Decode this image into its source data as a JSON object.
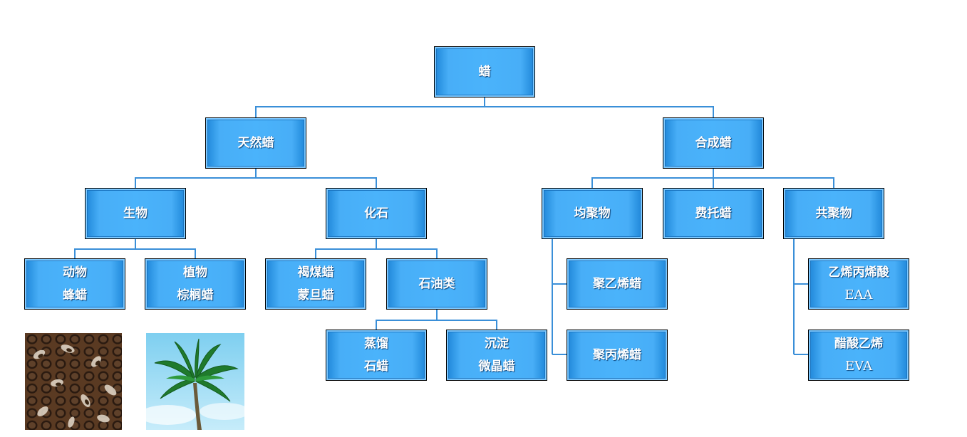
{
  "nodes": {
    "root": [
      "蜡"
    ],
    "natural": [
      "天然蜡"
    ],
    "synthetic": [
      "合成蜡"
    ],
    "bio": [
      "生物"
    ],
    "fossil": [
      "化石"
    ],
    "homopolymer": [
      "均聚物"
    ],
    "fischer_tropsch": [
      "费托蜡"
    ],
    "copolymer": [
      "共聚物"
    ],
    "animal": [
      "动物",
      "蜂蜡"
    ],
    "plant": [
      "植物",
      "棕榈蜡"
    ],
    "lignite": [
      "褐煤蜡",
      "蒙旦蜡"
    ],
    "petroleum": [
      "石油类"
    ],
    "distilled": [
      "蒸馏",
      "石蜡"
    ],
    "precipitated": [
      "沉淀",
      "微晶蜡"
    ],
    "pe_wax": [
      "聚乙烯蜡"
    ],
    "pp_wax": [
      "聚丙烯蜡"
    ],
    "eaa": [
      "乙烯丙烯酸",
      "EAA"
    ],
    "eva": [
      "醋酸乙烯",
      "EVA"
    ]
  },
  "colors": {
    "node_fill": "#4ab3fb",
    "node_edge": "#1e86d8",
    "connector": "#3a8fd8"
  },
  "images": [
    "honeycomb-photo",
    "palm-tree-photo"
  ]
}
